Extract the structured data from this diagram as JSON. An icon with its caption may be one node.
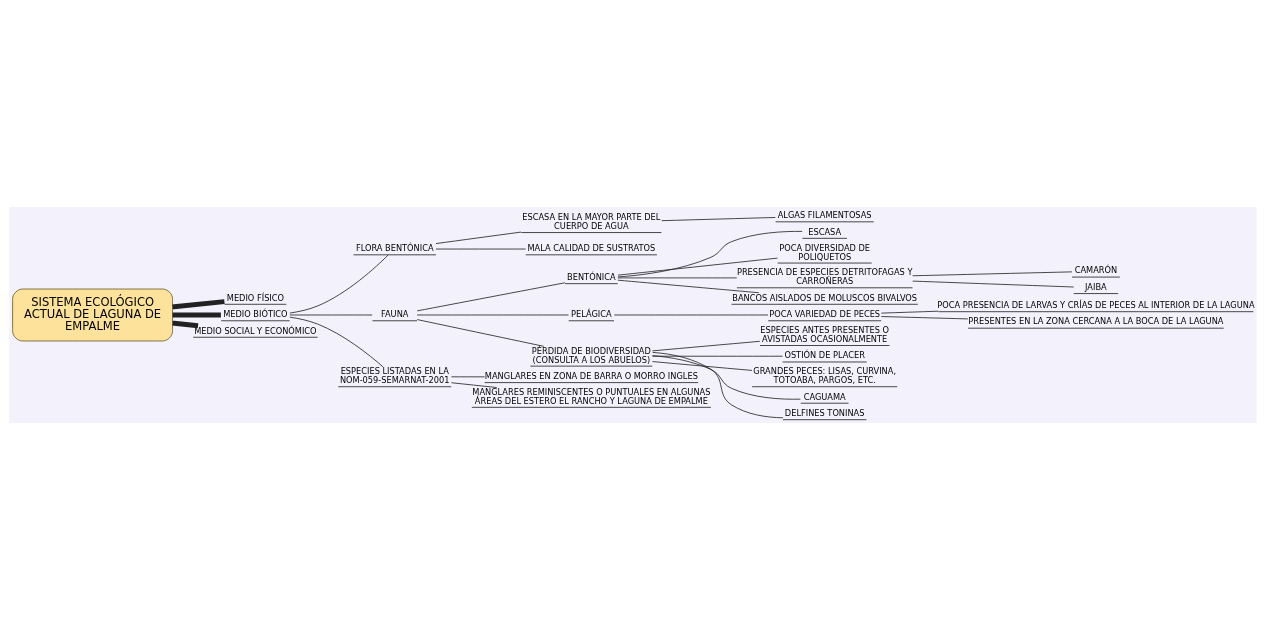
{
  "diagram": {
    "nodes": [
      {
        "text": [
          "SISTEMA ECOLÓGICO ACTUAL DE LAGUNA DE EMPALME"
        ]
      },
      {
        "text": [
          "MEDIO FÍSICO"
        ]
      },
      {
        "text": [
          "MEDIO BIÓTICO"
        ]
      },
      {
        "text": [
          "MEDIO SOCIAL Y ECONÓMICO"
        ]
      },
      {
        "text": [
          "FLORA BENTÓNICA"
        ]
      },
      {
        "text": [
          "ESCASA EN LA MAYOR PARTE DEL CUERPO DE AGUA"
        ]
      },
      {
        "text": [
          "ALGAS FILAMENTOSAS"
        ]
      },
      {
        "text": [
          "MALA CALIDAD DE SUSTRATOS"
        ]
      },
      {
        "text": [
          "FAUNA"
        ]
      },
      {
        "text": [
          "BENTÓNICA"
        ]
      },
      {
        "text": [
          "ESCASA"
        ]
      },
      {
        "text": [
          "POCA DIVERSIDAD DE POLIQUETOS"
        ]
      },
      {
        "text": [
          "PRESENCIA DE ESPECIES DETRITOFAGAS Y CARROÑERAS"
        ]
      },
      {
        "text": [
          "CAMARÓN"
        ]
      },
      {
        "text": [
          "JAIBA"
        ]
      },
      {
        "text": [
          "BANCOS AISLADOS DE MOLUSCOS BIVALVOS"
        ]
      },
      {
        "text": [
          "PELÁGICA"
        ]
      },
      {
        "text": [
          "POCA VARIEDAD DE PECES"
        ]
      },
      {
        "text": [
          "POCA PRESENCIA DE LARVAS Y CRÍAS DE PECES AL INTERIOR DE LA LAGUNA"
        ]
      },
      {
        "text": [
          "PRESENTES EN LA ZONA CERCANA A LA BOCA DE LA LAGUNA"
        ]
      },
      {
        "text": [
          "PÉRDIDA DE BIODIVERSIDAD (CONSULTA A LOS ABUELOS)"
        ]
      },
      {
        "text": [
          "ESPECIES ANTES PRESENTES O AVISTADAS OCASIONALMENTE"
        ]
      },
      {
        "text": [
          "OSTIÓN DE PLACER"
        ]
      },
      {
        "text": [
          "GRANDES PECES: LISAS, CURVINA, TOTOABA, PARGOS, ETC."
        ]
      },
      {
        "text": [
          "CAGUAMA"
        ]
      },
      {
        "text": [
          "DELFINES TONINAS"
        ]
      },
      {
        "text": [
          "ESPECIES LISTADAS EN LA NOM-059-SEMARNAT-2001"
        ]
      },
      {
        "text": [
          "MANGLARES EN ZONA DE BARRA O MORRO INGLES"
        ]
      },
      {
        "text": [
          "MANGLARES REMINISCENTES O PUNTUALES EN ALGUNAS ÁREAS DEL ESTERO EL RANCHO Y LAGUNA DE EMPALME"
        ]
      }
    ],
    "edges": [
      {
        "from": 0,
        "to": 1,
        "arrow": "none",
        "style": "thick"
      },
      {
        "from": 0,
        "to": 2,
        "arrow": "none",
        "style": "thick"
      },
      {
        "from": 0,
        "to": 3,
        "arrow": "none",
        "style": "thick"
      },
      {
        "from": 2,
        "to": 4,
        "arrow": "none"
      },
      {
        "from": 4,
        "to": 5,
        "arrow": "none"
      },
      {
        "from": 5,
        "to": 6,
        "arrow": "none"
      },
      {
        "from": 4,
        "to": 7,
        "arrow": "none"
      },
      {
        "from": 2,
        "to": 8,
        "arrow": "none"
      },
      {
        "from": 8,
        "to": 9,
        "arrow": "none"
      },
      {
        "from": 9,
        "to": 10,
        "arrow": "none"
      },
      {
        "from": 9,
        "to": 11,
        "arrow": "none"
      },
      {
        "from": 9,
        "to": 12,
        "arrow": "none"
      },
      {
        "from": 12,
        "to": 13,
        "arrow": "none"
      },
      {
        "from": 12,
        "to": 14,
        "arrow": "none"
      },
      {
        "from": 9,
        "to": 15,
        "arrow": "none"
      },
      {
        "from": 8,
        "to": 16,
        "arrow": "none"
      },
      {
        "from": 16,
        "to": 17,
        "arrow": "none"
      },
      {
        "from": 17,
        "to": 18,
        "arrow": "none"
      },
      {
        "from": 17,
        "to": 19,
        "arrow": "none"
      },
      {
        "from": 8,
        "to": 20,
        "arrow": "none"
      },
      {
        "from": 20,
        "to": 21,
        "arrow": "none"
      },
      {
        "from": 20,
        "to": 22,
        "arrow": "none"
      },
      {
        "from": 20,
        "to": 23,
        "arrow": "none"
      },
      {
        "from": 20,
        "to": 24,
        "arrow": "none"
      },
      {
        "from": 20,
        "to": 25,
        "arrow": "none"
      },
      {
        "from": 2,
        "to": 26,
        "arrow": "none"
      },
      {
        "from": 26,
        "to": 27,
        "arrow": "none"
      },
      {
        "from": 26,
        "to": 28,
        "arrow": "none"
      }
    ]
  }
}
